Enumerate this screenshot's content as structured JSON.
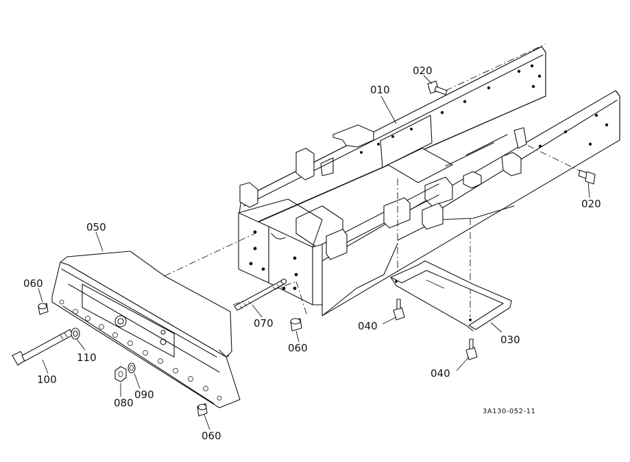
{
  "diagram": {
    "callouts": {
      "p010": "010",
      "p020_top": "020",
      "p020_right": "020",
      "p030": "030",
      "p040_left": "040",
      "p040_bottom": "040",
      "p050": "050",
      "p060_left": "060",
      "p060_mid": "060",
      "p060_bottom": "060",
      "p070": "070",
      "p080": "080",
      "p090": "090",
      "p100": "100",
      "p110": "110"
    },
    "drawing_code": "3A130-052-11"
  }
}
